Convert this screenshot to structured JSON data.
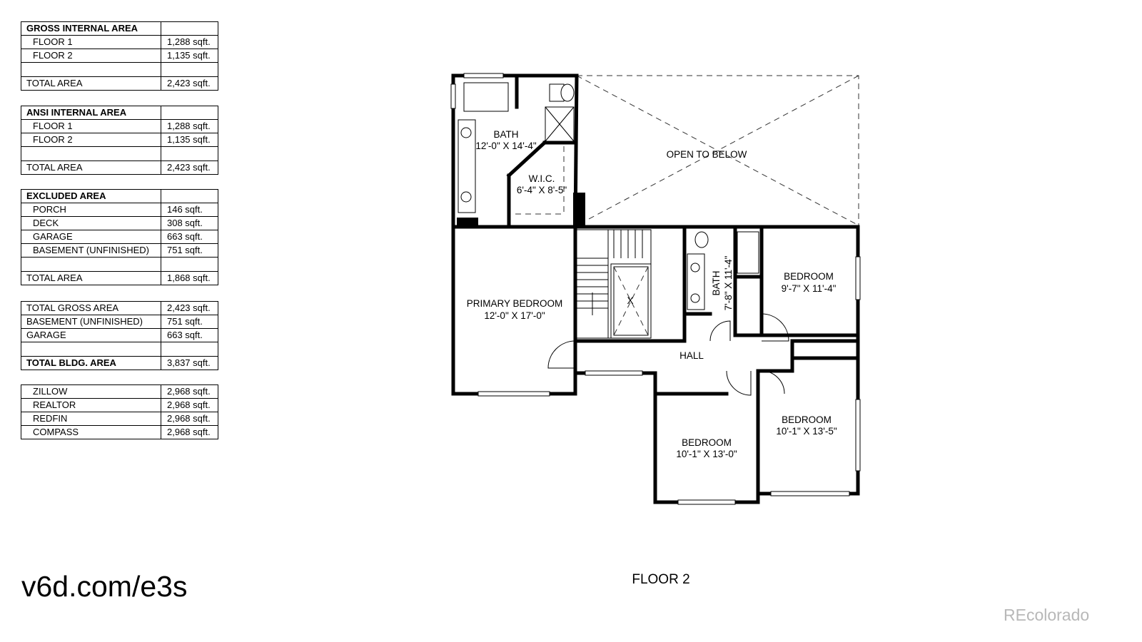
{
  "area_tables": {
    "gross": {
      "title": "GROSS INTERNAL AREA",
      "rows": [
        {
          "label": "FLOOR 1",
          "value": "1,288 sqft."
        },
        {
          "label": "FLOOR 2",
          "value": "1,135 sqft."
        }
      ],
      "total_label": "TOTAL AREA",
      "total_value": "2,423 sqft."
    },
    "ansi": {
      "title": "ANSI INTERNAL AREA",
      "rows": [
        {
          "label": "FLOOR 1",
          "value": "1,288 sqft."
        },
        {
          "label": "FLOOR 2",
          "value": "1,135 sqft."
        }
      ],
      "total_label": "TOTAL AREA",
      "total_value": "2,423 sqft."
    },
    "excluded": {
      "title": "EXCLUDED AREA",
      "rows": [
        {
          "label": "PORCH",
          "value": "146 sqft."
        },
        {
          "label": "DECK",
          "value": "308 sqft."
        },
        {
          "label": "GARAGE",
          "value": "663 sqft."
        },
        {
          "label": "BASEMENT (UNFINISHED)",
          "value": "751 sqft."
        }
      ],
      "total_label": "TOTAL AREA",
      "total_value": "1,868 sqft."
    },
    "building": {
      "rows": [
        {
          "label": "TOTAL GROSS AREA",
          "value": "2,423 sqft."
        },
        {
          "label": "BASEMENT (UNFINISHED)",
          "value": "751 sqft."
        },
        {
          "label": "GARAGE",
          "value": "663 sqft."
        }
      ],
      "total_label": "TOTAL BLDG. AREA",
      "total_value": "3,837 sqft."
    },
    "listings": {
      "rows": [
        {
          "label": "ZILLOW",
          "value": "2,968 sqft."
        },
        {
          "label": "REALTOR",
          "value": "2,968 sqft."
        },
        {
          "label": "REDFIN",
          "value": "2,968 sqft."
        },
        {
          "label": "COMPASS",
          "value": "2,968 sqft."
        }
      ]
    }
  },
  "rooms": {
    "bath_primary": {
      "name": "BATH",
      "dims": "12'-0\" X 14'-4\""
    },
    "wic": {
      "name": "W.I.C.",
      "dims": "6'-4\" X 8'-5\""
    },
    "open_to_below": {
      "name": "OPEN TO BELOW"
    },
    "primary_bedroom": {
      "name": "PRIMARY BEDROOM",
      "dims": "12'-0\" X 17'-0\""
    },
    "bath_hall": {
      "name": "BATH",
      "dims": "7'-8\" X 11'-4\""
    },
    "bedroom_east": {
      "name": "BEDROOM",
      "dims": "9'-7\" X 11'-4\""
    },
    "hall": {
      "name": "HALL"
    },
    "stair_mark": {
      "name": "X"
    },
    "bedroom_south": {
      "name": "BEDROOM",
      "dims": "10'-1\" X 13'-0\""
    },
    "bedroom_southeast": {
      "name": "BEDROOM",
      "dims": "10'-1\" X 13'-5\""
    }
  },
  "floor_title": "FLOOR 2",
  "short_link": "v6d.com/e3s",
  "watermark": "REcolorado"
}
